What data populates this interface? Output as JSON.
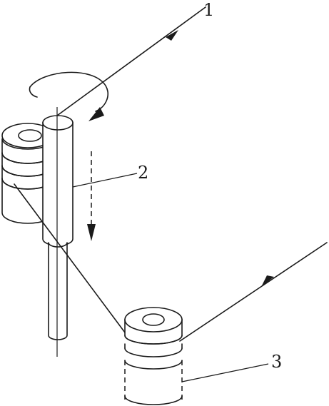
{
  "figure": {
    "callouts": [
      {
        "id": "label-1",
        "text": "1"
      },
      {
        "id": "label-2",
        "text": "2"
      },
      {
        "id": "label-3",
        "text": "3"
      }
    ],
    "colors": {
      "ink": "#1a1a1a",
      "paper": "#ffffff"
    }
  }
}
